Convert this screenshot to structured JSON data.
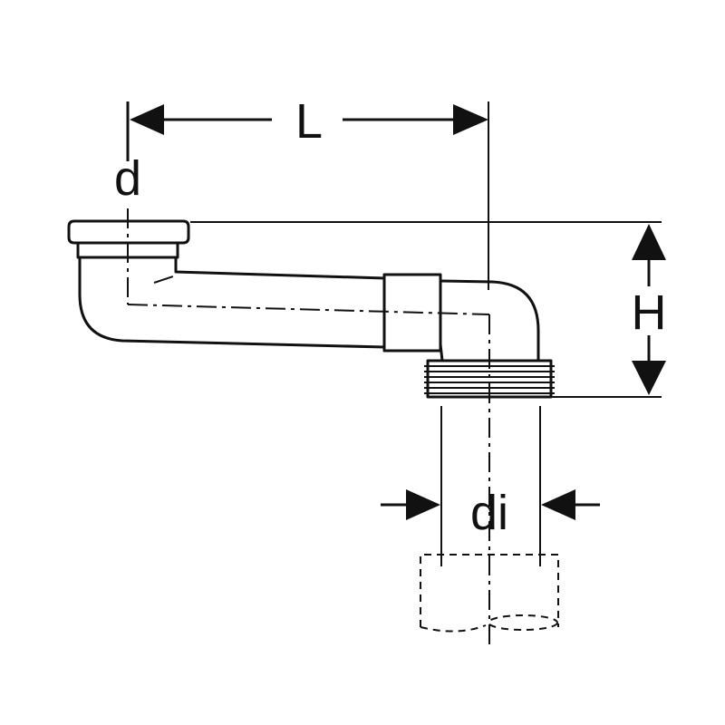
{
  "labels": {
    "length": "L",
    "outlet_diameter": "d",
    "height": "H",
    "inner_diameter": "di"
  },
  "colors": {
    "stroke": "#111111",
    "background": "#ffffff"
  }
}
